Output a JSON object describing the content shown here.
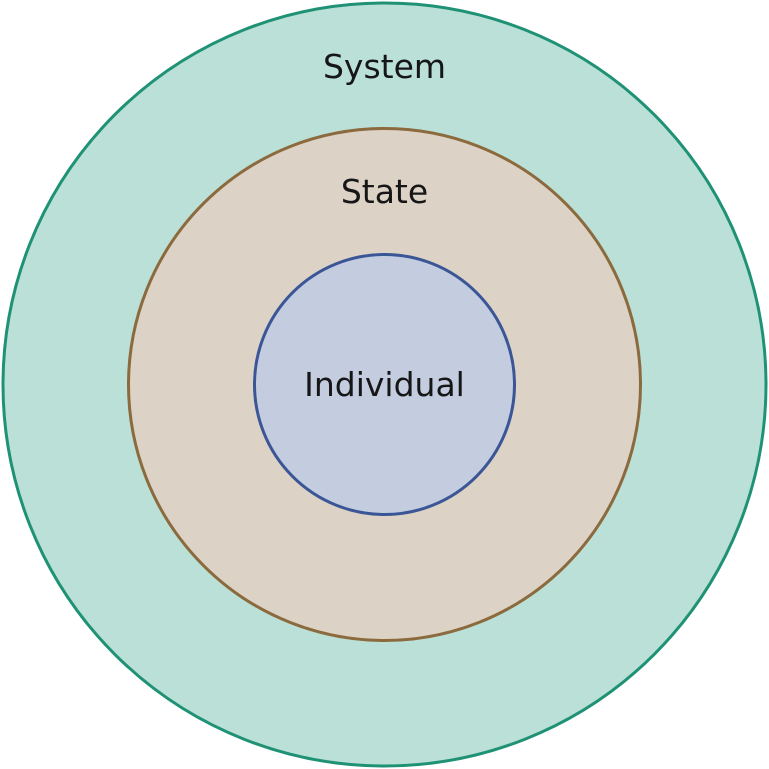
{
  "diagram": {
    "rings": [
      {
        "id": "system",
        "label": "System",
        "fill": "#bbe0d8",
        "stroke": "#1f9275"
      },
      {
        "id": "state",
        "label": "State",
        "fill": "#dcd2c5",
        "stroke": "#8b6a3e"
      },
      {
        "id": "individual",
        "label": "Individual",
        "fill": "#c4cde0",
        "stroke": "#3a5696"
      }
    ]
  }
}
